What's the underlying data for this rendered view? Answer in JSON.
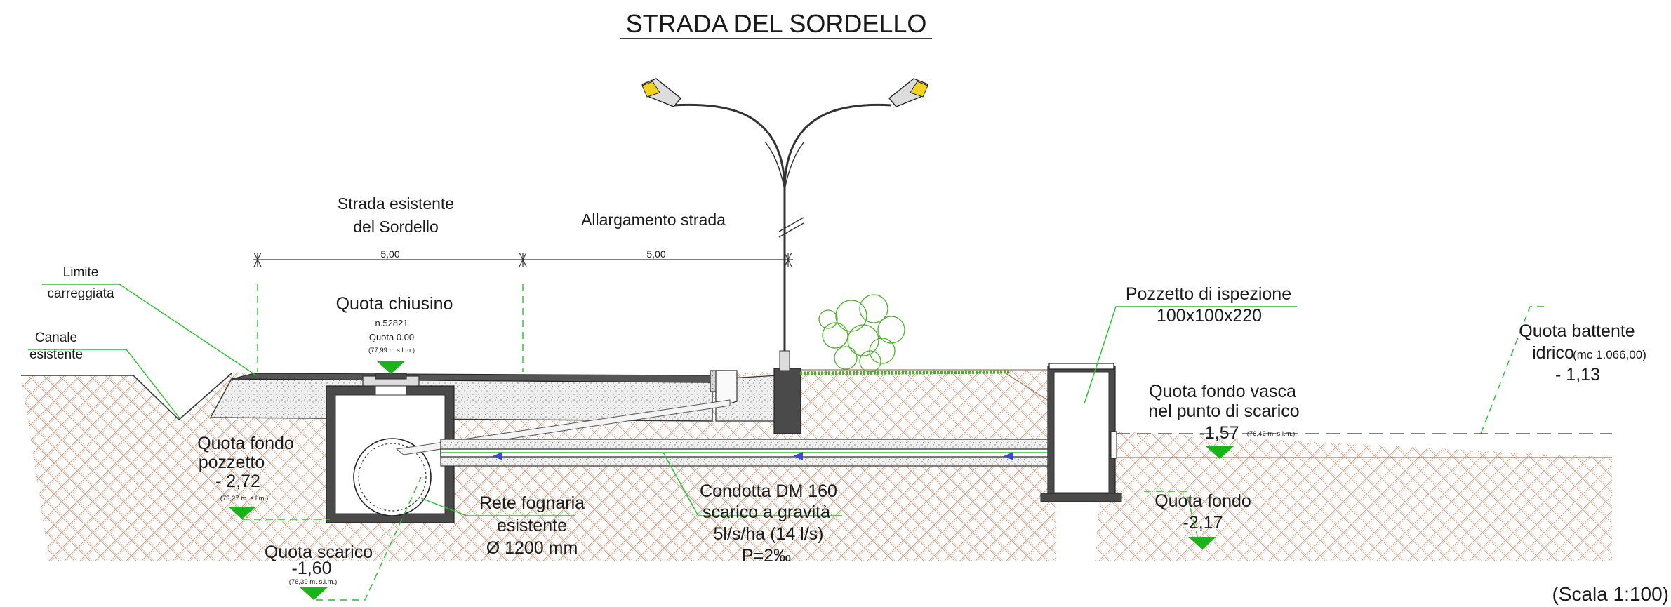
{
  "title": "STRADA DEL SORDELLO",
  "scale_note": "(Scala 1:100)",
  "road": {
    "existing_label_1": "Strada esistente",
    "existing_label_2": "del Sordello",
    "widening_label": "Allargamento strada",
    "dim_existing": "5,00",
    "dim_widening": "5,00"
  },
  "labels": {
    "limite_1": "Limite",
    "limite_2": "carreggiata",
    "canale_1": "Canale",
    "canale_2": "esistente",
    "chiusino_title": "Quota chiusino",
    "chiusino_n": "n.52821",
    "chiusino_quota": "Quota 0.00",
    "chiusino_slm": "(77,99 m s.l.m.)",
    "fondo_pozzetto_1": "Quota fondo",
    "fondo_pozzetto_2": "pozzetto",
    "fondo_pozzetto_val": "- 2,72",
    "fondo_pozzetto_slm": "(75,27 m. s.l.m.)",
    "scarico_title": "Quota scarico",
    "scarico_val": "-1,60",
    "scarico_slm": "(76,39 m. s.l.m.)",
    "rete_1": "Rete fognaria",
    "rete_2": "esistente",
    "rete_3": "Ø 1200 mm",
    "condotta_1": "Condotta DM 160",
    "condotta_2": "scarico a gravità",
    "condotta_3": "5l/s/ha (14 l/s)",
    "condotta_4": "P=2‰",
    "pozzetto_isp_1": "Pozzetto di ispezione",
    "pozzetto_isp_2": "100x100x220",
    "fondo_vasca_1": "Quota fondo vasca",
    "fondo_vasca_2": "nel punto di scarico",
    "fondo_vasca_val": "-1,57",
    "fondo_vasca_slm": "(76,42 m. s.l.m.)",
    "battente_1": "Quota battente",
    "battente_2": "idrico",
    "battente_2b": "(mc 1.066,00)",
    "battente_val": "- 1,13",
    "quota_fondo_title": "Quota fondo",
    "quota_fondo_val": "-2,17"
  },
  "colors": {
    "leader": "#27c02a",
    "level_marker": "#18b418",
    "lamp_lens": "#f2d21b",
    "vegetation": "#4caf2a",
    "soil_hatch": "#b38a6a"
  }
}
